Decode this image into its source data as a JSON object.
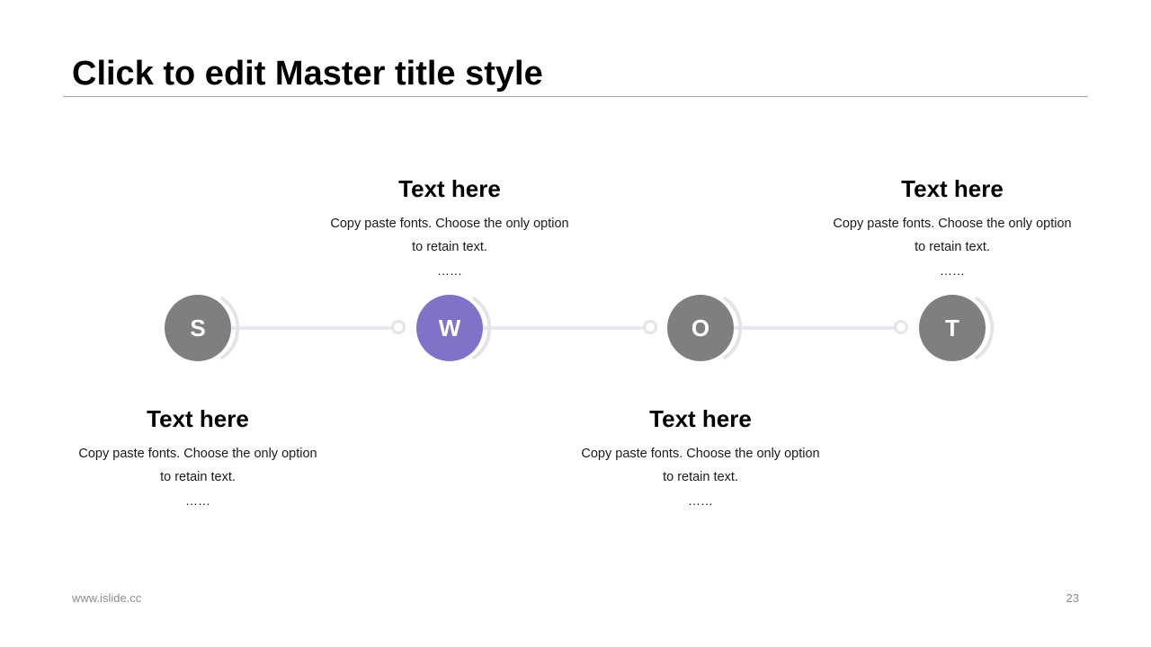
{
  "slide": {
    "title": "Click to edit Master title style",
    "footer_url": "www.islide.cc",
    "page_number": "23"
  },
  "colors": {
    "node_default": "#7f7f7f",
    "node_accent": "#7f72c9",
    "connector": "#e8e8ee",
    "title_rule": "#a6a6a6"
  },
  "nodes": [
    {
      "letter": "S",
      "color": "#7f7f7f"
    },
    {
      "letter": "W",
      "color": "#7f72c9"
    },
    {
      "letter": "O",
      "color": "#7f7f7f"
    },
    {
      "letter": "T",
      "color": "#7f7f7f"
    }
  ],
  "blocks": [
    {
      "heading": "Text here",
      "description": "Copy paste fonts. Choose the only option to retain text.",
      "ellipsis": "……"
    },
    {
      "heading": "Text here",
      "description": "Copy paste fonts. Choose the only option to retain text.",
      "ellipsis": "……"
    },
    {
      "heading": "Text here",
      "description": "Copy paste fonts. Choose the only option to retain text.",
      "ellipsis": "……"
    },
    {
      "heading": "Text here",
      "description": "Copy paste fonts. Choose the only option to retain text.",
      "ellipsis": "……"
    }
  ]
}
